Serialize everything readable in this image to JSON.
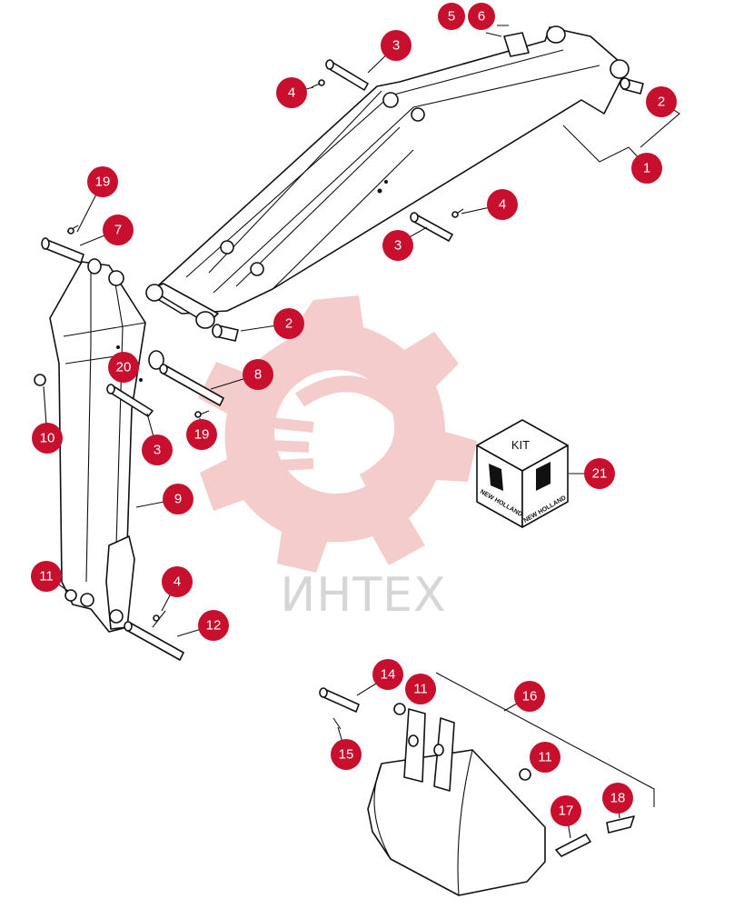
{
  "diagram": {
    "watermark_text": "ИНТЕХ",
    "kit_label": "KIT",
    "brand_text": "NEW HOLLAND",
    "colors": {
      "callout": "#c8102e",
      "callout_text": "#ffffff",
      "watermark": "#f4cccc",
      "line": "#111111"
    },
    "callouts": [
      {
        "id": "c1",
        "label": "1"
      },
      {
        "id": "c2a",
        "label": "2"
      },
      {
        "id": "c2b",
        "label": "2"
      },
      {
        "id": "c3a",
        "label": "3"
      },
      {
        "id": "c3b",
        "label": "3"
      },
      {
        "id": "c3c",
        "label": "3"
      },
      {
        "id": "c4a",
        "label": "4"
      },
      {
        "id": "c4b",
        "label": "4"
      },
      {
        "id": "c4c",
        "label": "4"
      },
      {
        "id": "c5",
        "label": "5"
      },
      {
        "id": "c6",
        "label": "6"
      },
      {
        "id": "c7",
        "label": "7"
      },
      {
        "id": "c8",
        "label": "8"
      },
      {
        "id": "c9",
        "label": "9"
      },
      {
        "id": "c10",
        "label": "10"
      },
      {
        "id": "c11a",
        "label": "11"
      },
      {
        "id": "c11b",
        "label": "11"
      },
      {
        "id": "c11c",
        "label": "11"
      },
      {
        "id": "c12",
        "label": "12"
      },
      {
        "id": "c14",
        "label": "14"
      },
      {
        "id": "c15",
        "label": "15"
      },
      {
        "id": "c16",
        "label": "16"
      },
      {
        "id": "c17",
        "label": "17"
      },
      {
        "id": "c18",
        "label": "18"
      },
      {
        "id": "c19a",
        "label": "19"
      },
      {
        "id": "c19b",
        "label": "19"
      },
      {
        "id": "c20",
        "label": "20"
      },
      {
        "id": "c21",
        "label": "21"
      }
    ]
  }
}
